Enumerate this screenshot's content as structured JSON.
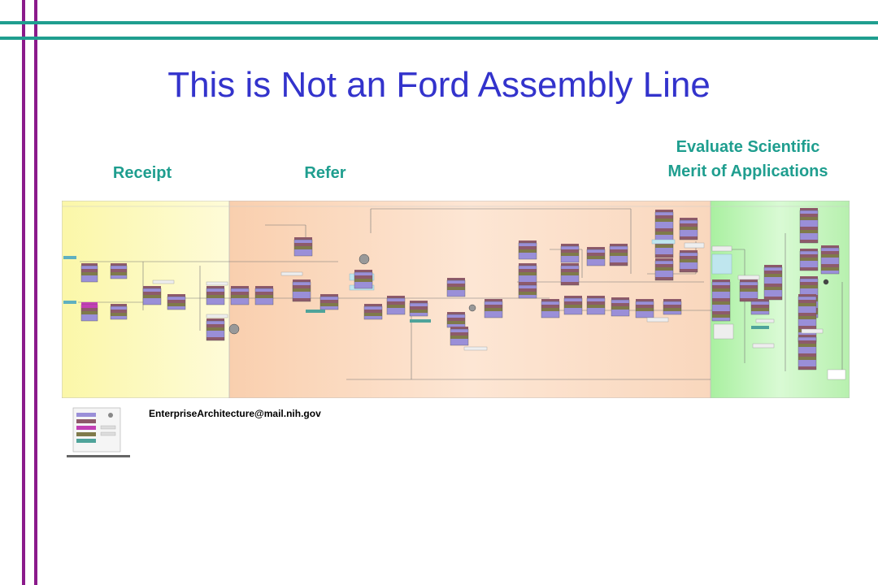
{
  "title": "This is Not an Ford Assembly Line",
  "labels": {
    "receipt": "Receipt",
    "refer": "Refer",
    "evaluate_line1": "Evaluate Scientific",
    "evaluate_line2": "Merit of Applications"
  },
  "email": "EnterpriseArchitecture@mail.nih.gov",
  "colors": {
    "title": "#3333cc",
    "labels": "#1f9e8f",
    "vertical_lines": "#8b1a8b",
    "horizontal_lines": "#1f9e8f",
    "receipt_zone": "#fdf6b8",
    "refer_zone": "#fbd9c0",
    "review_zone": "#c8f5c0"
  }
}
